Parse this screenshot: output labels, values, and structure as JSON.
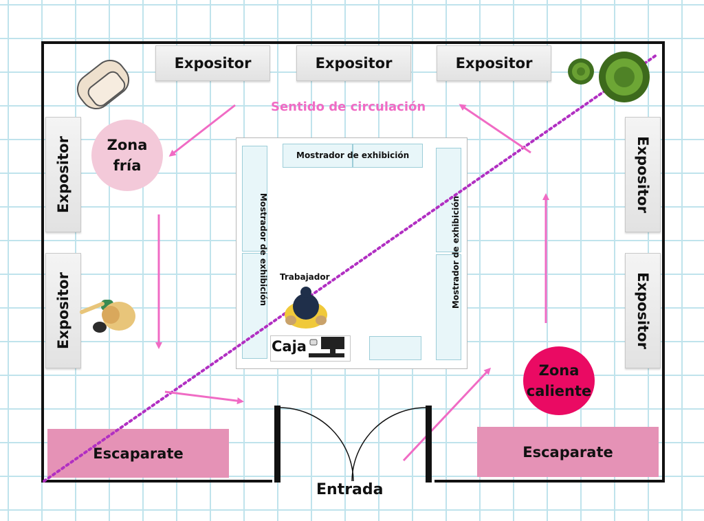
{
  "displays": {
    "top_left": "Expositor",
    "top_center": "Expositor",
    "top_right": "Expositor",
    "left_upper": "Expositor",
    "left_lower": "Expositor",
    "right_upper": "Expositor",
    "right_lower": "Expositor"
  },
  "zones": {
    "cold": {
      "line1": "Zona",
      "line2": "fría",
      "color": "#f3c9d9"
    },
    "hot": {
      "line1": "Zona",
      "line2": "caliente",
      "color": "#ea0a63"
    }
  },
  "circulation_label": "Sentido de circulación",
  "counters": {
    "top": "Mostrador de exhibición",
    "left": "Mostrador de exhibición",
    "right": "Mostrador de exhibición"
  },
  "worker_label": "Trabajador",
  "cash_label": "Caja",
  "shop_windows": {
    "left": "Escaparate",
    "right": "Escaparate",
    "color": "#e592b6"
  },
  "entrance_label": "Entrada",
  "colors": {
    "arrow": "#f06bc4",
    "diagonal": "#b12fc2",
    "wall": "#111111",
    "grid": "#bfe3ec"
  }
}
